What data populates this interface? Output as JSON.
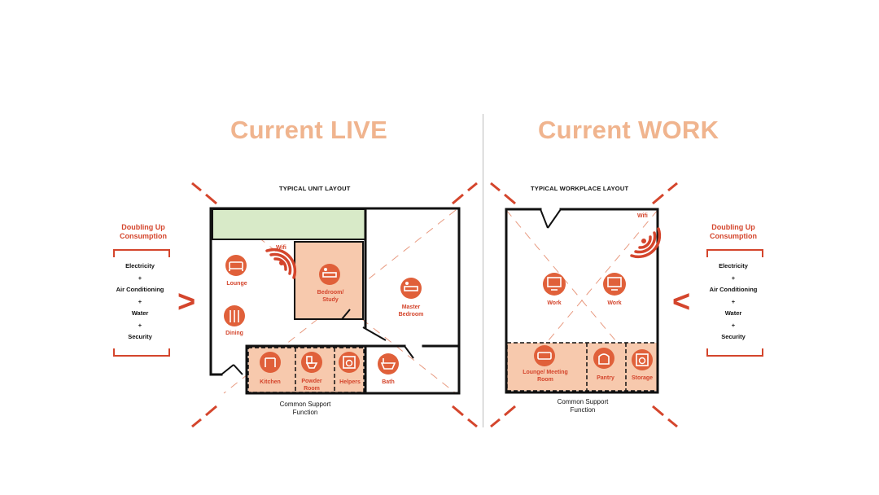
{
  "live": {
    "title": "Current LIVE",
    "layout_caption": "TYPICAL UNIT LAYOUT",
    "rooms": {
      "wifi": "Wifi",
      "lounge": "Lounge",
      "dining": "Dining",
      "bedroom_study": "Bedroom/ Study",
      "master_bedroom": "Master Bedroom",
      "kitchen": "Kitchen",
      "powder_room": "Powder Room",
      "helpers": "Helpers",
      "bath": "Bath"
    },
    "support_caption": "Common Support Function"
  },
  "work": {
    "title": "Current WORK",
    "layout_caption": "TYPICAL WORKPLACE LAYOUT",
    "rooms": {
      "wifi": "Wifi",
      "work_1": "Work",
      "work_2": "Work",
      "lounge_meeting": "Lounge/ Meeting Room",
      "pantry": "Pantry",
      "storage": "Storage"
    },
    "support_caption": "Common Support Function"
  },
  "consumption_left": {
    "heading": "Doubling Up Consumption",
    "items": [
      "Electricity",
      "+",
      "Air Conditioning",
      "+",
      "Water",
      "+",
      "Security"
    ],
    "arrow": ">"
  },
  "consumption_right": {
    "heading": "Doubling Up Consumption",
    "items": [
      "Electricity",
      "+",
      "Air Conditioning",
      "+",
      "Water",
      "+",
      "Security"
    ],
    "arrow": "<"
  },
  "colors": {
    "title": "#f0b48e",
    "accent_red": "#d4452c",
    "icon_orange": "#e0603a",
    "room_fill": "#f7c9ad",
    "balcony_green": "#d8eac8",
    "wall": "#111111"
  },
  "icons": [
    "sofa-icon",
    "cutlery-icon",
    "bed-icon",
    "wifi-icon",
    "stove-icon",
    "toilet-icon",
    "washing-machine-icon",
    "bathtub-icon",
    "computer-icon",
    "kettle-icon"
  ]
}
